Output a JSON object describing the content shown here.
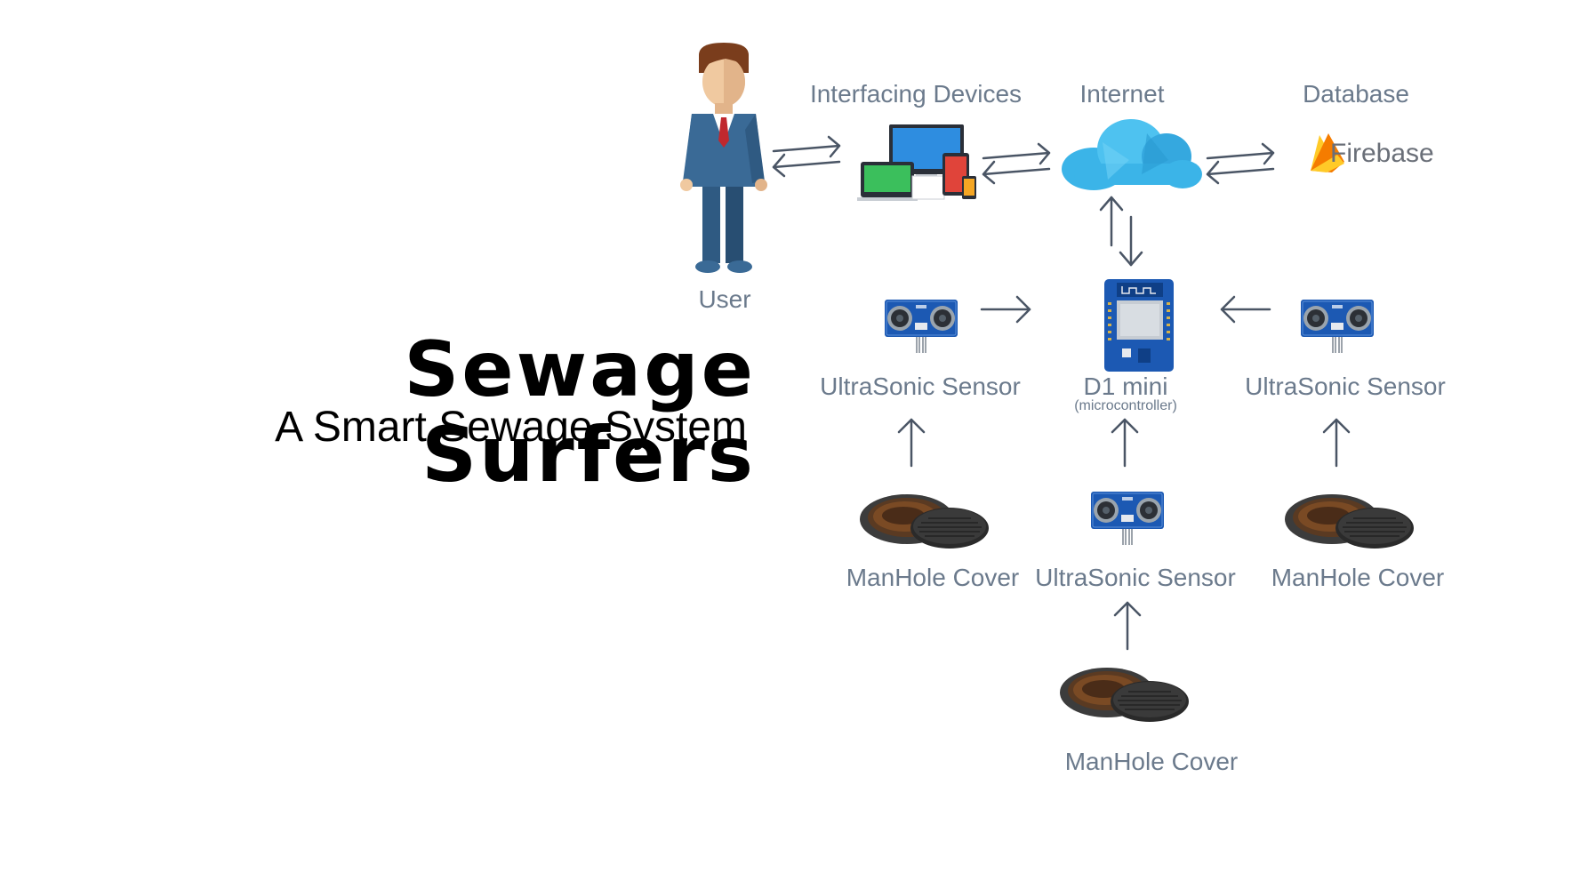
{
  "title": "Sewage Surfers",
  "subtitle": "A Smart Sewage System",
  "labels": {
    "user": "User",
    "interfacing_devices": "Interfacing Devices",
    "internet": "Internet",
    "database": "Database",
    "firebase": "Firebase",
    "d1_mini": "D1 mini",
    "microcontroller": "(microcontroller)",
    "sensor_left": "UltraSonic Sensor",
    "sensor_right": "UltraSonic Sensor",
    "sensor_middle": "UltraSonic Sensor",
    "manhole_left": "ManHole Cover",
    "manhole_right": "ManHole Cover",
    "manhole_bottom": "ManHole Cover"
  },
  "colors": {
    "label": "#6b7a8c",
    "arrow": "#4a5565",
    "board_blue": "#1c59b3",
    "cloud": "#3bb4e8",
    "firebase_orange": "#f5a623"
  },
  "icons": [
    "user-icon",
    "devices-icon",
    "cloud-icon",
    "firebase-icon",
    "d1-mini-icon",
    "ultrasonic-sensor-icon",
    "manhole-cover-icon"
  ]
}
